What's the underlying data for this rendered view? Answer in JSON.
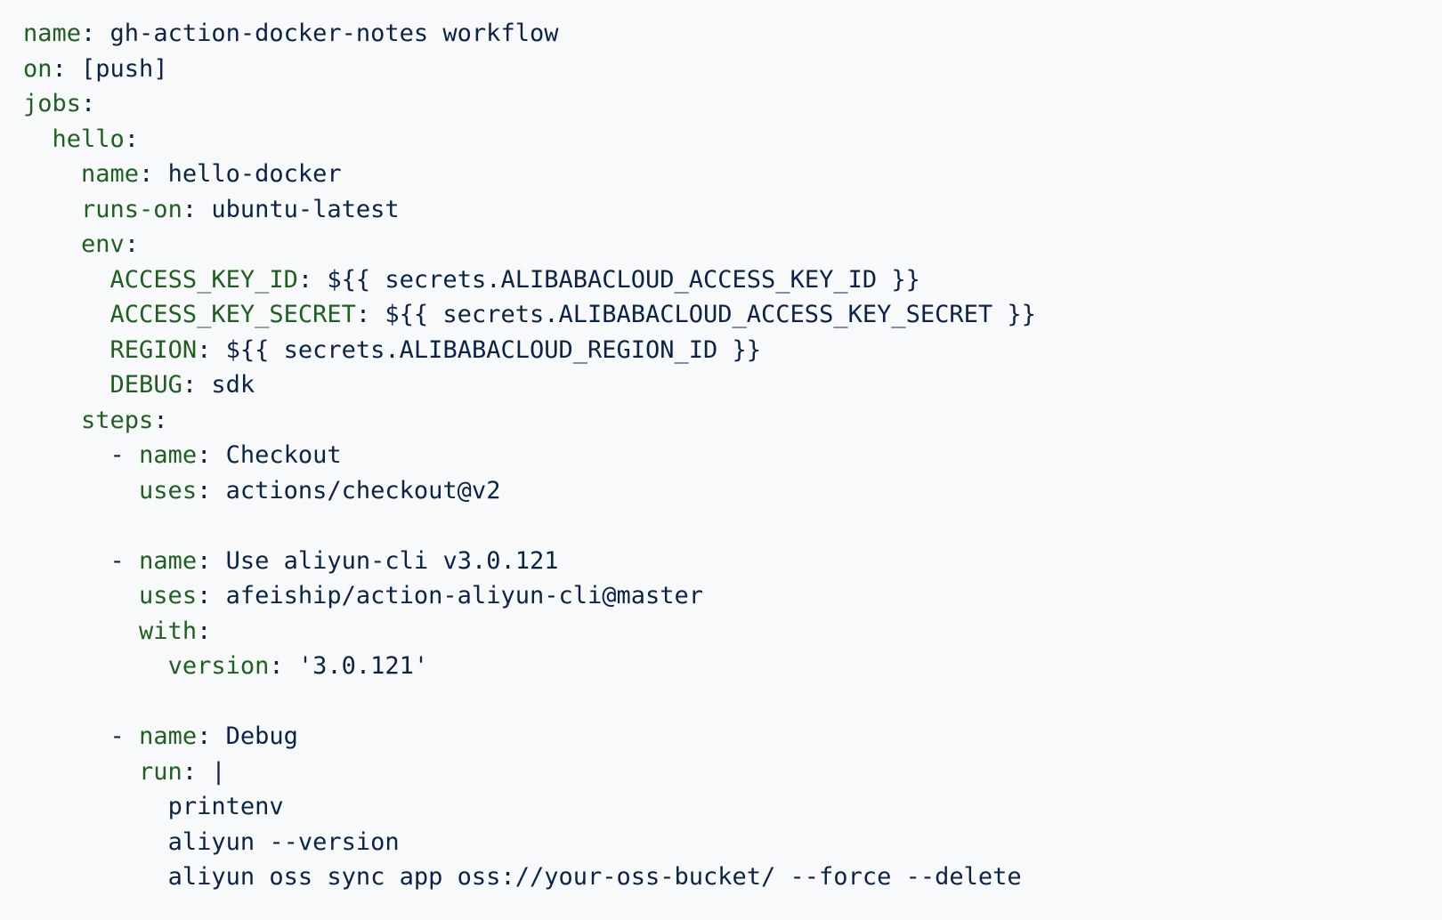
{
  "lines": [
    {
      "indent": "",
      "dash": "",
      "key": "name",
      "value": "gh-action-docker-notes workflow"
    },
    {
      "indent": "",
      "dash": "",
      "key": "on",
      "value": "[push]"
    },
    {
      "indent": "",
      "dash": "",
      "key": "jobs",
      "value": ""
    },
    {
      "indent": "  ",
      "dash": "",
      "key": "hello",
      "value": ""
    },
    {
      "indent": "    ",
      "dash": "",
      "key": "name",
      "value": "hello-docker"
    },
    {
      "indent": "    ",
      "dash": "",
      "key": "runs-on",
      "value": "ubuntu-latest"
    },
    {
      "indent": "    ",
      "dash": "",
      "key": "env",
      "value": ""
    },
    {
      "indent": "      ",
      "dash": "",
      "key": "ACCESS_KEY_ID",
      "value": "${{ secrets.ALIBABACLOUD_ACCESS_KEY_ID }}"
    },
    {
      "indent": "      ",
      "dash": "",
      "key": "ACCESS_KEY_SECRET",
      "value": "${{ secrets.ALIBABACLOUD_ACCESS_KEY_SECRET }}"
    },
    {
      "indent": "      ",
      "dash": "",
      "key": "REGION",
      "value": "${{ secrets.ALIBABACLOUD_REGION_ID }}"
    },
    {
      "indent": "      ",
      "dash": "",
      "key": "DEBUG",
      "value": "sdk"
    },
    {
      "indent": "    ",
      "dash": "",
      "key": "steps",
      "value": ""
    },
    {
      "indent": "      ",
      "dash": "- ",
      "key": "name",
      "value": "Checkout"
    },
    {
      "indent": "        ",
      "dash": "",
      "key": "uses",
      "value": "actions/checkout@v2"
    },
    {
      "indent": "",
      "dash": "",
      "key": "",
      "value": ""
    },
    {
      "indent": "      ",
      "dash": "- ",
      "key": "name",
      "value": "Use aliyun-cli v3.0.121"
    },
    {
      "indent": "        ",
      "dash": "",
      "key": "uses",
      "value": "afeiship/action-aliyun-cli@master"
    },
    {
      "indent": "        ",
      "dash": "",
      "key": "with",
      "value": ""
    },
    {
      "indent": "          ",
      "dash": "",
      "key": "version",
      "value": "'3.0.121'"
    },
    {
      "indent": "",
      "dash": "",
      "key": "",
      "value": ""
    },
    {
      "indent": "      ",
      "dash": "- ",
      "key": "name",
      "value": "Debug"
    },
    {
      "indent": "        ",
      "dash": "",
      "key": "run",
      "value": "|"
    },
    {
      "indent": "          ",
      "dash": "",
      "key": "",
      "value": "printenv"
    },
    {
      "indent": "          ",
      "dash": "",
      "key": "",
      "value": "aliyun --version"
    },
    {
      "indent": "          ",
      "dash": "",
      "key": "",
      "value": "aliyun oss sync app oss://your-oss-bucket/ --force --delete"
    }
  ],
  "colors": {
    "key": "#1f5f1f",
    "text": "#0b2347",
    "background": "#f8f9fb"
  }
}
